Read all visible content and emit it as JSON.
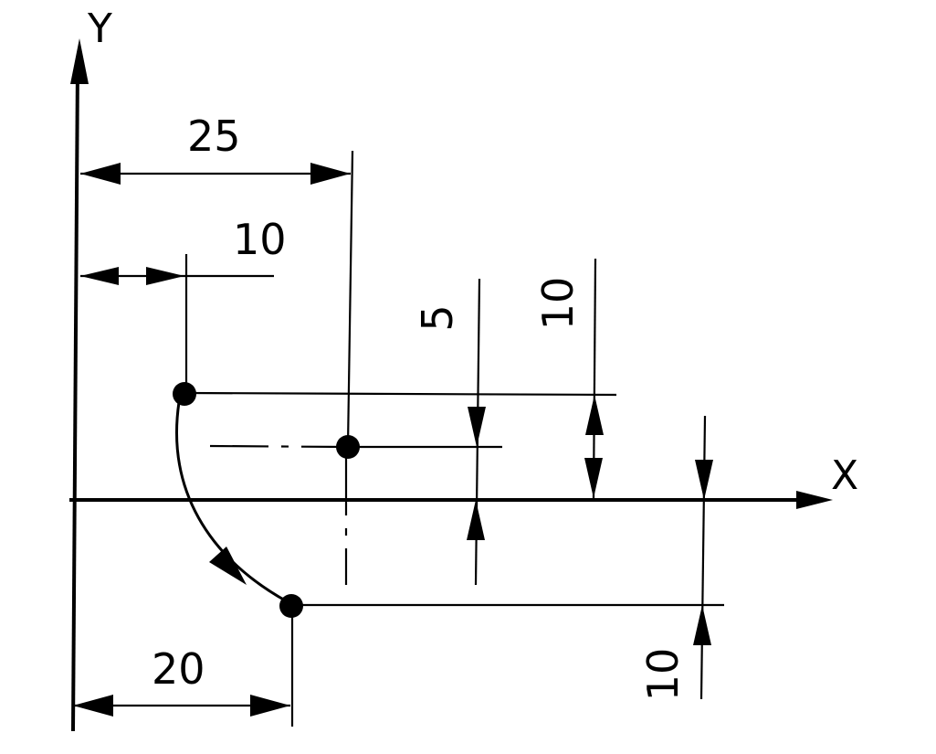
{
  "axes": {
    "x_label": "X",
    "y_label": "Y"
  },
  "dimensions": {
    "d25": "25",
    "d10_top": "10",
    "d5": "5",
    "d10_right": "10",
    "d20": "20",
    "d10_bottom": "10"
  },
  "colors": {
    "ink": "#000000",
    "paper": "#ffffff"
  }
}
